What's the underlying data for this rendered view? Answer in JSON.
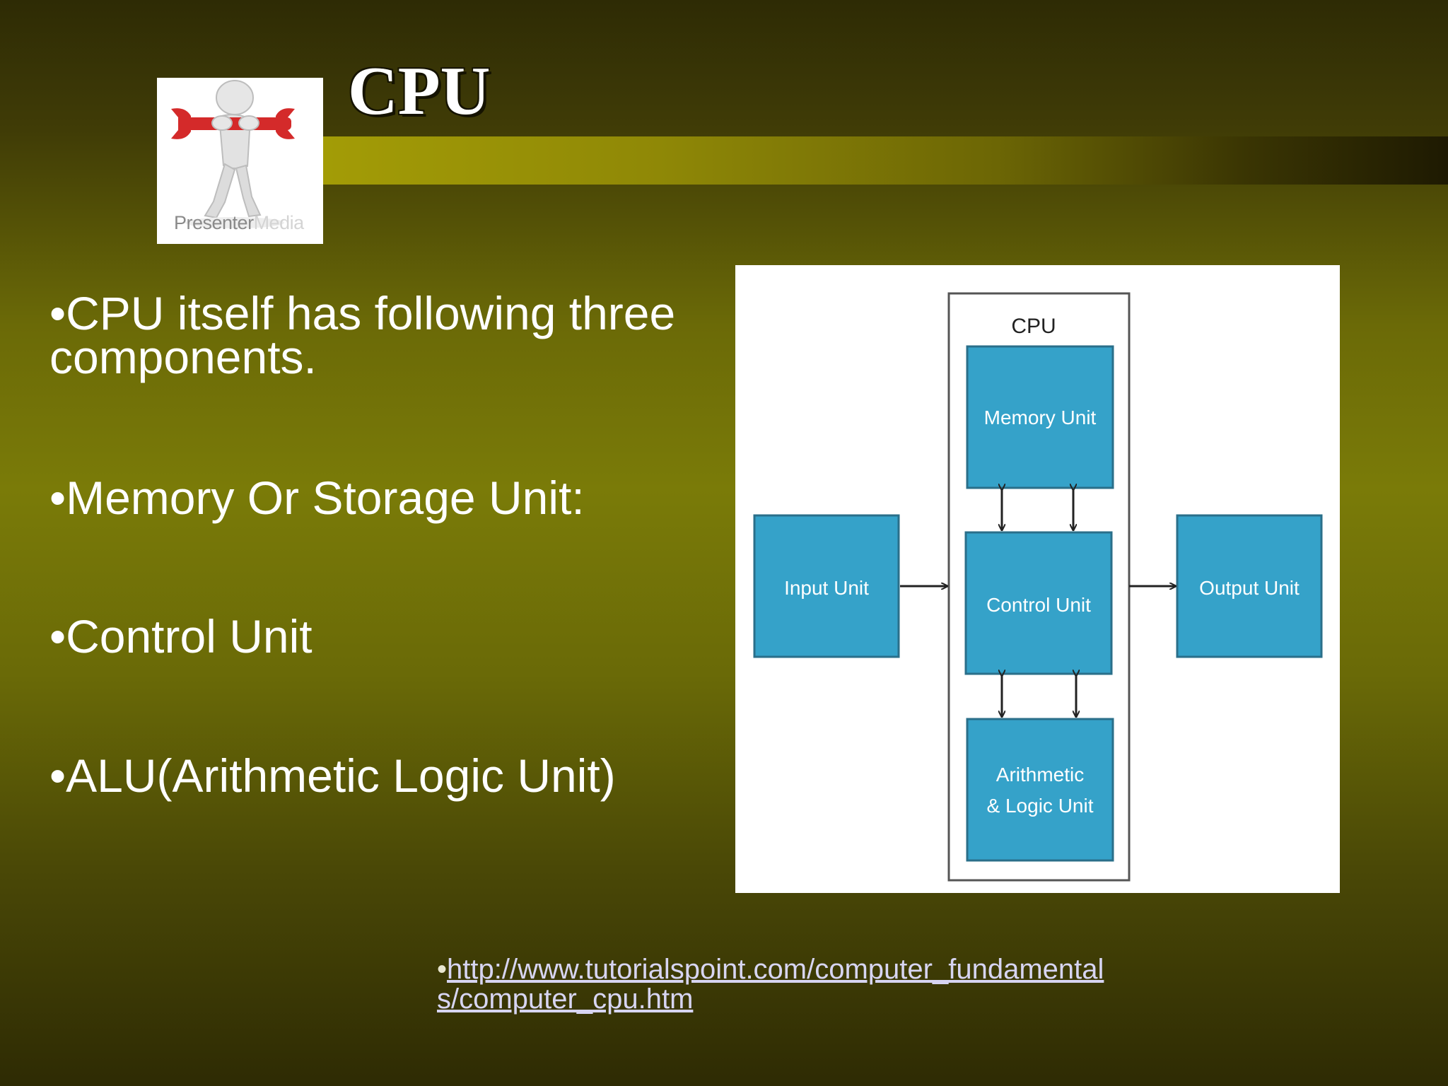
{
  "slide": {
    "title": "CPU",
    "logo": {
      "brand_main": "Presenter",
      "brand_faint": "Media",
      "icon": "person-with-wrench-icon"
    }
  },
  "bullets": [
    {
      "marker": "•",
      "text": "CPU itself has following three components."
    },
    {
      "marker": "•",
      "text": "Memory Or Storage Unit:"
    },
    {
      "marker": "•",
      "text": "Control Unit"
    },
    {
      "marker": "•",
      "text": "ALU(Arithmetic Logic Unit)"
    }
  ],
  "diagram": {
    "container_label": "CPU",
    "boxes": {
      "memory": "Memory Unit",
      "control": "Control Unit",
      "alu_line1": "Arithmetic",
      "alu_line2": "& Logic Unit",
      "input": "Input Unit",
      "output": "Output Unit"
    },
    "colors": {
      "box_fill": "#35a2c9",
      "box_border": "#2a6f8a",
      "container_border": "#555555"
    }
  },
  "source": {
    "marker": "•",
    "link_text": "http://www.tutorialspoint.com/computer_fundamentals/computer_cpu.htm"
  },
  "colors": {
    "title_text": "#ffffff",
    "body_text": "#ffffff",
    "link": "#d7d5f2"
  }
}
